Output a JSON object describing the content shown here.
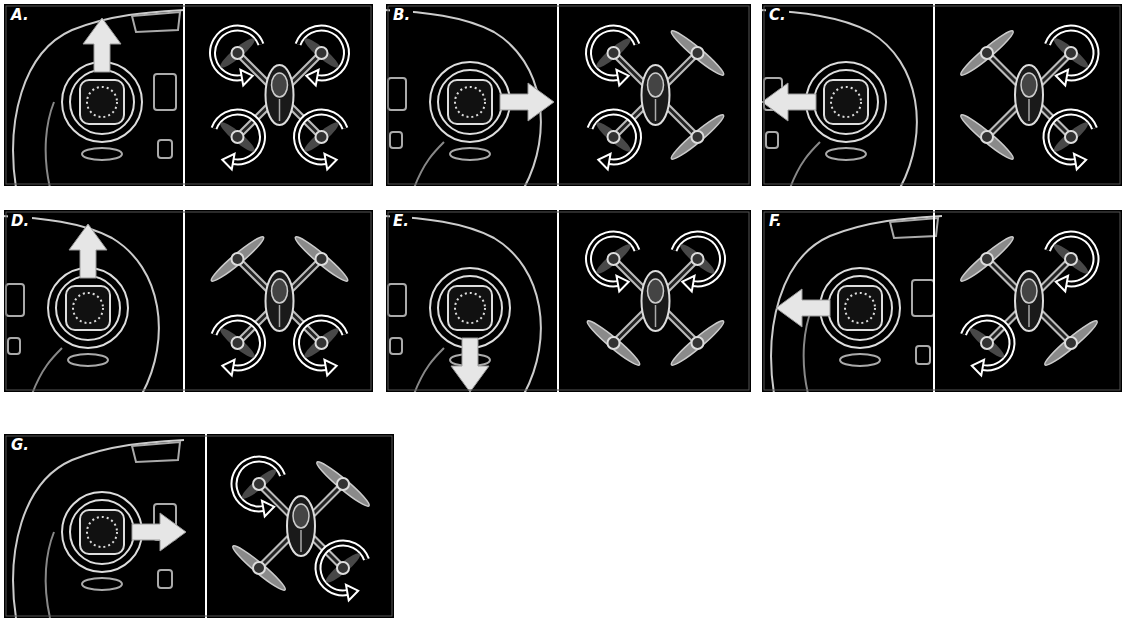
{
  "diagram": {
    "labels": [
      "A.",
      "B.",
      "C.",
      "D.",
      "E.",
      "F.",
      "G."
    ]
  }
}
